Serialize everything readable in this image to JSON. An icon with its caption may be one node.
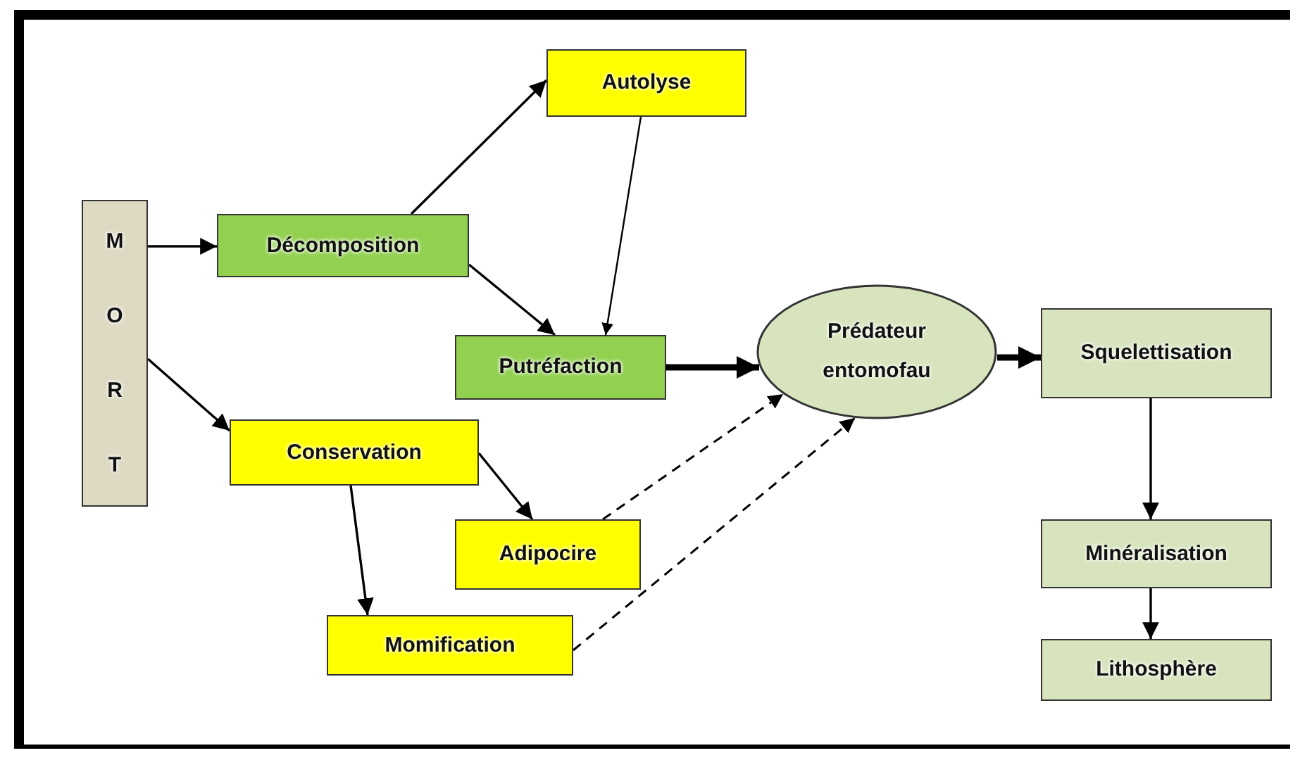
{
  "diagram": {
    "nodes": [
      {
        "text": [
          "MORT"
        ]
      },
      {
        "text": [
          "Décomposition"
        ]
      },
      {
        "text": [
          "Autolyse"
        ]
      },
      {
        "text": [
          "Putréfaction"
        ]
      },
      {
        "text": [
          "Prédateur entomofau"
        ]
      },
      {
        "text": [
          "Squelettisation"
        ]
      },
      {
        "text": [
          "Conservation"
        ]
      },
      {
        "text": [
          "Adipocire"
        ]
      },
      {
        "text": [
          "Momification"
        ]
      },
      {
        "text": [
          "Minéralisation"
        ]
      },
      {
        "text": [
          "Lithosphère"
        ]
      }
    ],
    "edges": [
      {
        "from": 0,
        "to": 1,
        "arrow": "to"
      },
      {
        "from": 0,
        "to": 6,
        "arrow": "to"
      },
      {
        "from": 1,
        "to": 2,
        "arrow": "to"
      },
      {
        "from": 1,
        "to": 3,
        "arrow": "to"
      },
      {
        "from": 2,
        "to": 3,
        "arrow": "to"
      },
      {
        "from": 3,
        "to": 4,
        "arrow": "to",
        "style": "thick"
      },
      {
        "from": 6,
        "to": 7,
        "arrow": "to"
      },
      {
        "from": 6,
        "to": 8,
        "arrow": "to"
      },
      {
        "from": 7,
        "to": 4,
        "arrow": "to",
        "style": "dashed"
      },
      {
        "from": 8,
        "to": 4,
        "arrow": "to",
        "style": "dashed"
      },
      {
        "from": 4,
        "to": 5,
        "arrow": "to",
        "style": "thick"
      },
      {
        "from": 5,
        "to": 9,
        "arrow": "to"
      },
      {
        "from": 9,
        "to": 10,
        "arrow": "to"
      }
    ]
  }
}
